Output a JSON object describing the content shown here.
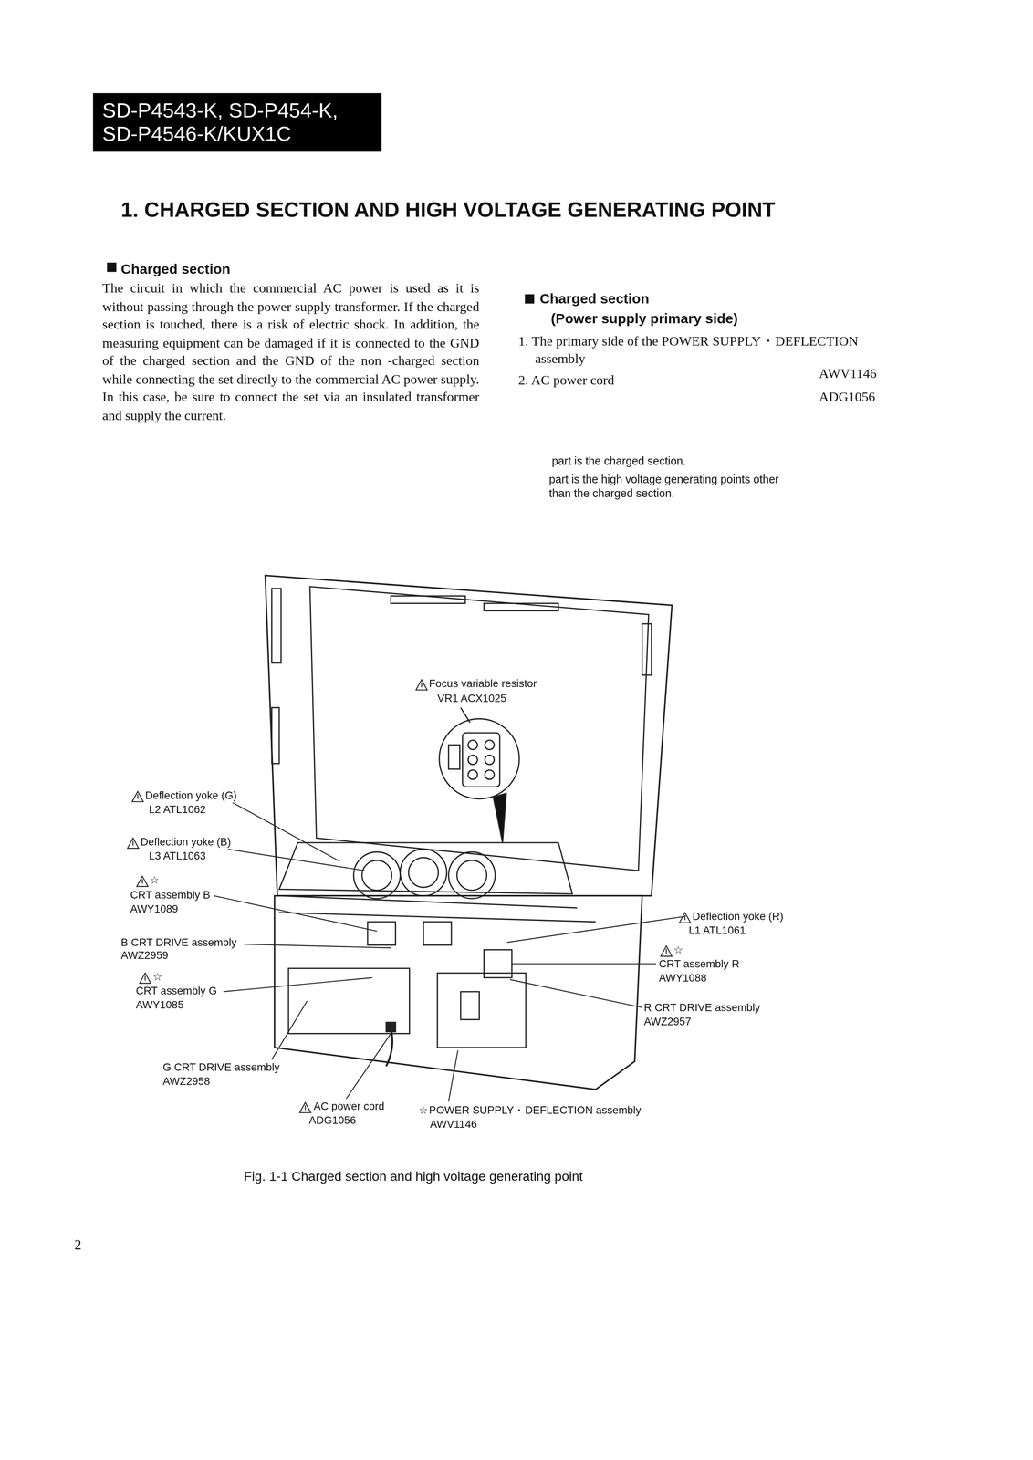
{
  "diagram": {
    "title": "1. CHARGED SECTION AND HIGH VOLTAGE GENERATING POINT",
    "caption": "Fig. 1-1 Charged section and high voltage generating point",
    "nodes": [
      {
        "text": [
          "SD-P4543-K, SD-P454-K, SD-P4546-K/KUX1C"
        ]
      }
    ],
    "labels": [
      "Charged section",
      "The circuit in which the commercial AC power is used as it is without passing through the power supply transformer. If the charged section is touched, there is a risk of electric shock. In addition, the measuring equipment can be damaged if it is connected to the GND of the charged section and the GND of the non -charged section while connecting the set directly to the commercial AC power supply. In this case, be sure to connect the set via an insulated transformer and supply the current.",
      "Charged section",
      "(Power supply primary side)",
      "1. The primary side of the POWER SUPPLY・DEFLECTION assembly",
      "AWV1146",
      "2. AC power cord",
      "ADG1056",
      "part is the charged section.",
      "part is the high voltage generating points other than the charged section.",
      "Focus variable resistor",
      "VR1 ACX1025",
      "Deflection yoke (G)",
      "L2 ATL1062",
      "Deflection yoke (B)",
      "L3 ATL1063",
      "☆",
      "CRT assembly B",
      "AWY1089",
      "B CRT DRIVE assembly",
      "AWZ2959",
      "☆",
      "CRT assembly G",
      "AWY1085",
      "G CRT DRIVE assembly",
      "AWZ2958",
      "AC power cord",
      "ADG1056",
      "☆POWER SUPPLY・DEFLECTION assembly",
      "AWV1146",
      "Deflection yoke (R)",
      "L1 ATL1061",
      "☆",
      "CRT assembly R",
      "AWY1088",
      "R CRT DRIVE assembly",
      "AWZ2957",
      "2"
    ]
  }
}
